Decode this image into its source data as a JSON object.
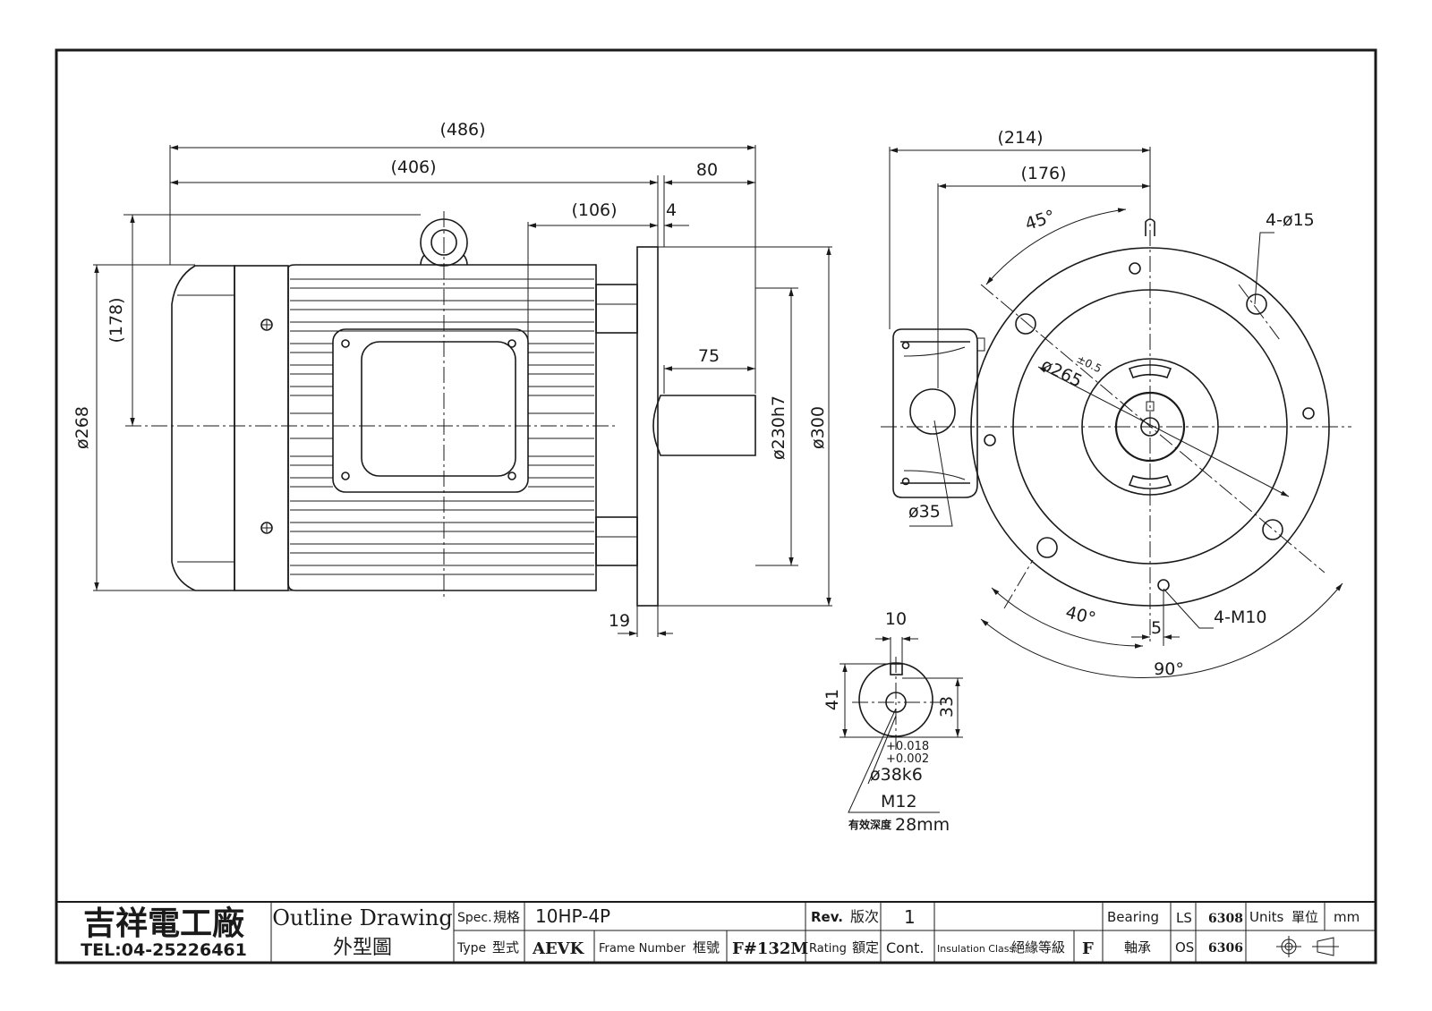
{
  "dimensions": {
    "overall_length": "(486)",
    "body_length": "(406)",
    "shaft_extension": "80",
    "eye_to_flange": "(106)",
    "spigot": "4",
    "key_length": "75",
    "flange_thickness": "19",
    "lifting_height": "(178)",
    "body_diameter": "ø268",
    "spigot_diameter": "ø230h7",
    "flange_diameter": "ø300",
    "end_view_height": "(214)",
    "end_view_box": "(176)",
    "angle_top": "45°",
    "angle_bottom": "40°",
    "angle_span": "90°",
    "bolt_holes": "4-ø15",
    "tapped_holes": "4-M10",
    "offset_5": "5",
    "pcd": "ø265",
    "pcd_tol": "±0.5",
    "conduit": "ø35"
  },
  "shaft_detail": {
    "key_width": "10",
    "height_41": "41",
    "height_33": "33",
    "tol_upper": "+0.018",
    "tol_lower": "+0.002",
    "shaft_dia": "ø38k6",
    "thread": "M12",
    "depth_label": "有效深度",
    "depth_value": "28mm"
  },
  "title_block": {
    "company": "吉祥電工廠",
    "tel": "TEL:04-25226461",
    "doc_title_en": "Outline Drawing",
    "doc_title_zh": "外型圖",
    "spec_label": "Spec.",
    "spec_label_zh": "規格",
    "spec_value": "10HP-4P",
    "rev_label": "Rev.",
    "rev_label_zh": "版次",
    "rev_value": "1",
    "bearing_label": "Bearing",
    "bearing_label_zh": "軸承",
    "ls_label": "LS",
    "ls_value": "6308",
    "os_label": "OS",
    "os_value": "6306",
    "units_label": "Units",
    "units_label_zh": "單位",
    "units_value": "mm",
    "type_label": "Type",
    "type_label_zh": "型式",
    "type_value": "AEVK",
    "frame_label": "Frame Number",
    "frame_label_zh": "框號",
    "frame_value": "F#132M",
    "rating_label": "Rating",
    "rating_label_zh": "額定",
    "rating_value": "Cont.",
    "insulation_label": "Insulation Class",
    "insulation_label_zh": "絕緣等級",
    "insulation_value": "F"
  }
}
